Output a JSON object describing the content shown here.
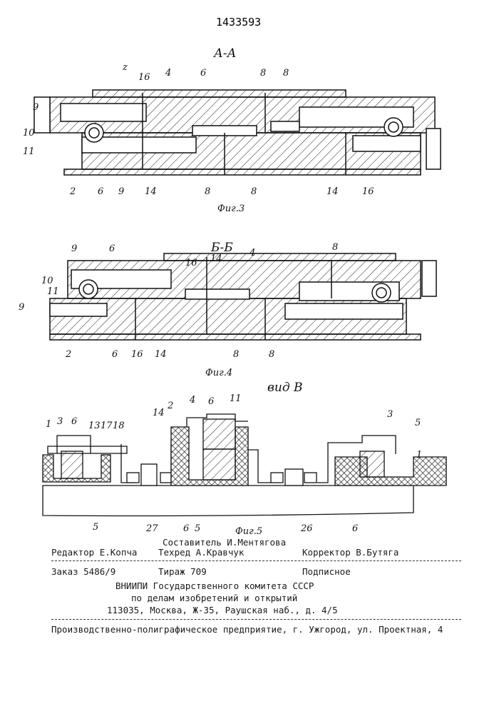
{
  "patent_number": "1433593",
  "fig3": {
    "section_title": "А-А",
    "caption": "Фиг.3",
    "labels": [
      "9",
      "z",
      "16",
      "4",
      "6",
      "8",
      "8",
      "10",
      "11",
      "2",
      "6",
      "9",
      "14",
      "8",
      "8",
      "14",
      "16"
    ]
  },
  "fig4": {
    "section_title": "Б-Б",
    "caption": "Фиг.4",
    "labels": [
      "9",
      "6",
      "16",
      "14",
      "4",
      "8",
      "10",
      "11",
      "9",
      "2",
      "6",
      "16",
      "14",
      "8",
      "8"
    ]
  },
  "fig5": {
    "section_title": "вид В",
    "caption": "Фиг.5",
    "labels": [
      "1",
      "3",
      "6",
      "13",
      "17",
      "18",
      "14",
      "2",
      "4",
      "6",
      "11",
      "3",
      "5",
      "1",
      "5",
      "27",
      "6",
      "5",
      "26",
      "6"
    ]
  },
  "footer": {
    "compiler": "Составитель И.Ментягова",
    "editor": "Редактор Е.Копча",
    "techred": "Техред А.Кравчук",
    "corrector": "Корректор В.Бутяга",
    "order": "Заказ 5486/9",
    "circulation": "Тираж 709",
    "subscription": "Подписное",
    "org_line1": "ВНИИПИ Государственного комитета СССР",
    "org_line2": "по делам изобретений и открытий",
    "org_address": "113035, Москва, Ж-35, Раушская наб., д. 4/5",
    "printer": "Производственно-полиграфическое предприятие, г. Ужгород, ул. Проектная, 4"
  }
}
